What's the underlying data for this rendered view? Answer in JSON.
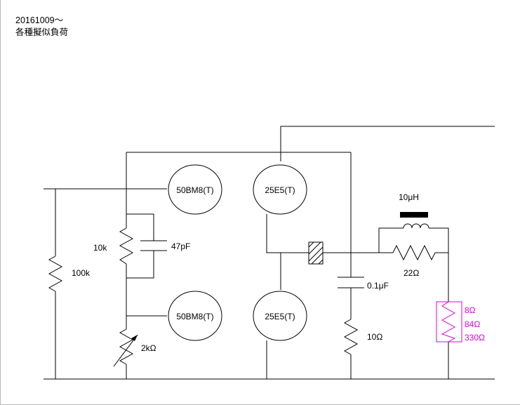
{
  "header": {
    "date": "20161009～",
    "title": "各種擬似負荷"
  },
  "tubes": {
    "upper_left": "50BM8(T)",
    "lower_left": "50BM8(T)",
    "upper_right": "25E5(T)",
    "lower_right": "25E5(T)"
  },
  "components": {
    "r_input": "100k",
    "r_grid": "10k",
    "c_grid": "47pF",
    "r_variable": "2kΩ",
    "c_out": "0.1μF",
    "r_out": "10Ω",
    "inductor": "10μH",
    "r_parallel": "22Ω"
  },
  "load": {
    "values": [
      "8Ω",
      "84Ω",
      "330Ω"
    ]
  },
  "colors": {
    "wire": "#000000",
    "load": "#e000e0"
  }
}
